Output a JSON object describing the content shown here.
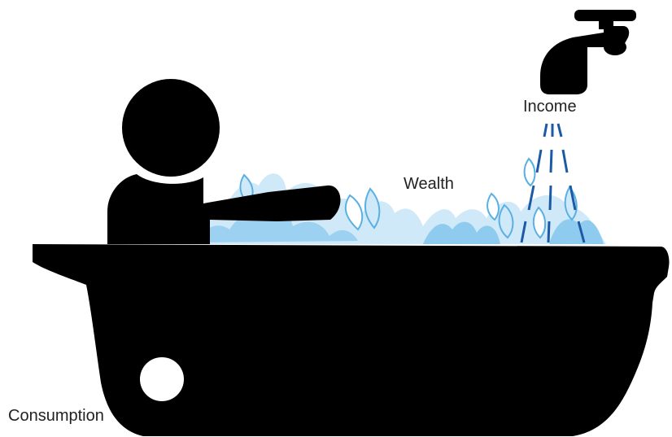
{
  "labels": {
    "income": "Income",
    "wealth": "Wealth",
    "consumption": "Consumption"
  },
  "icons": {
    "faucet": "faucet-icon",
    "person": "person-icon",
    "bathtub": "bathtub-icon",
    "drain": "drain-icon",
    "water": "water-splash-icon"
  },
  "colors": {
    "silhouette": "#000000",
    "water_light": "#cfe9f8",
    "water_mid": "#8fcbef",
    "water_edge": "#5ab0e3",
    "stream": "#1c5aa8",
    "drain_hole": "#ffffff",
    "text": "#222222"
  }
}
